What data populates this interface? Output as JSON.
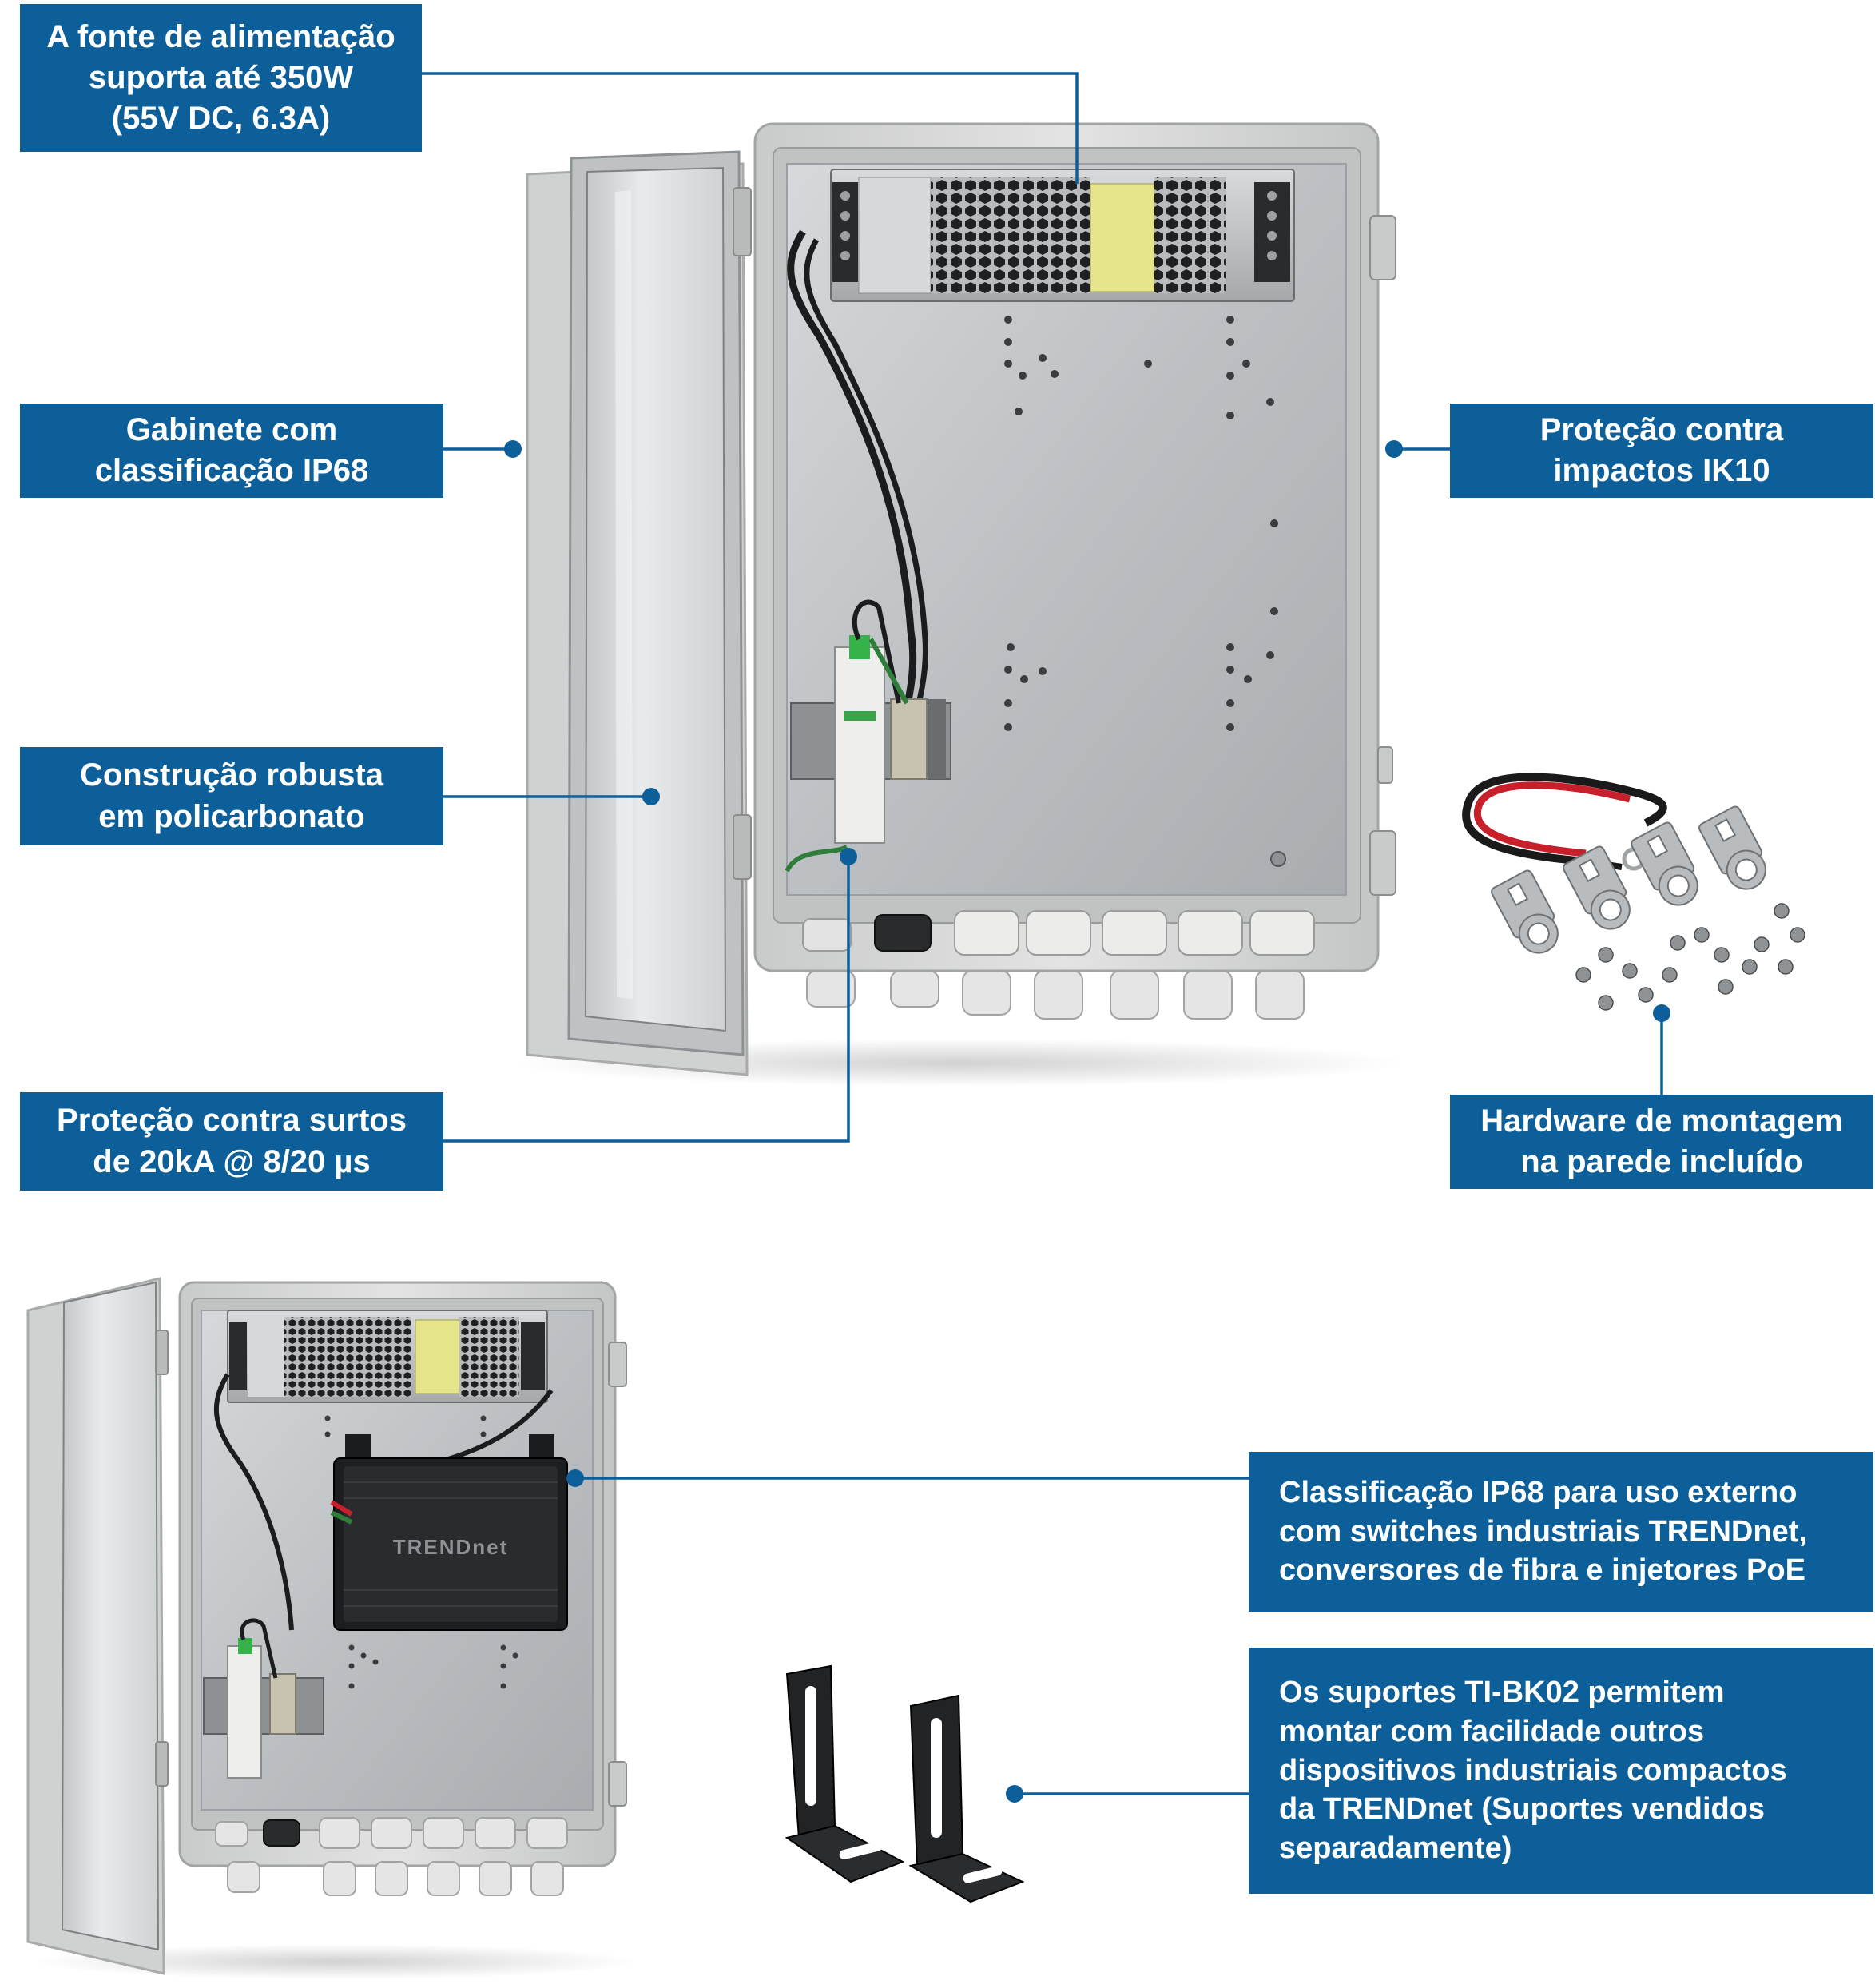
{
  "callouts": {
    "power": [
      "A fonte de alimentação",
      "suporta até 350W",
      "(55V DC, 6.3A)"
    ],
    "cabinet": [
      "Gabinete com",
      "classificação IP68"
    ],
    "polycarbonate": [
      "Construção robusta",
      "em policarbonato"
    ],
    "surge": [
      "Proteção contra surtos",
      "de 20kA @ 8/20 µs"
    ],
    "impact": [
      "Proteção contra",
      "impactos IK10"
    ],
    "hardware": [
      "Hardware de montagem",
      "na parede incluído"
    ],
    "industrial": [
      "Classificação IP68 para uso externo",
      "com switches industriais TRENDnet,",
      "conversores de fibra e injetores PoE"
    ],
    "brackets": [
      "Os suportes TI-BK02 permitem",
      "montar com facilidade outros",
      "dispositivos industriais compactos",
      "da TRENDnet (Suportes vendidos",
      "separadamente)"
    ]
  },
  "switch_logo": "TRENDnet",
  "colors": {
    "callout_bg": "#0d5f9a",
    "callout_text": "#ffffff",
    "leader_line": "#0d5f9a",
    "enclosure": "#d4d6d5",
    "back_plate": "#bfc3c6",
    "switch": "#1d1e20",
    "cable_red": "#c8202a"
  },
  "icons": [
    "leader-dot-icon",
    "enclosure-photo",
    "wall-mount-hardware-photo",
    "ti-bk02-bracket-photo",
    "trendnet-switch-photo"
  ]
}
